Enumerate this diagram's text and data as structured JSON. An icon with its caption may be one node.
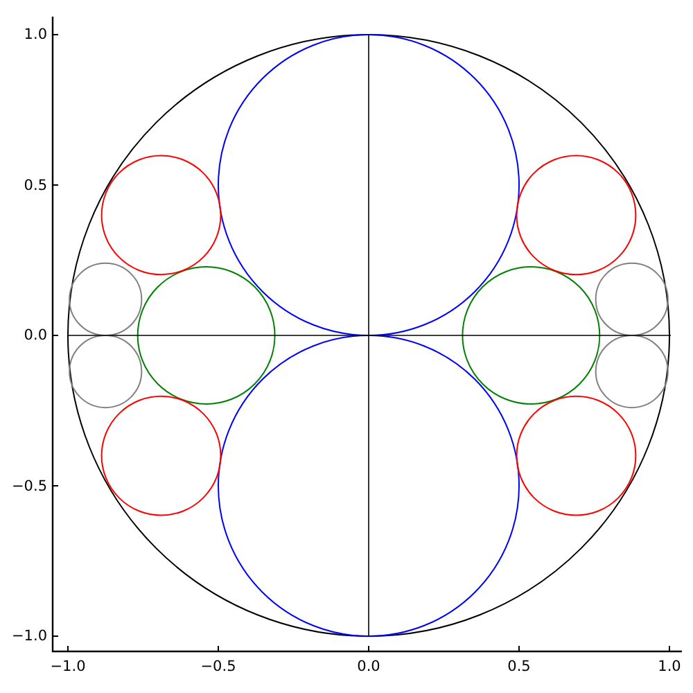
{
  "diagram": {
    "labels": [
      "1.0",
      "0.5",
      "0.0",
      "−0.5",
      "−1.0",
      "−1.0",
      "−0.5",
      "0.0",
      "0.5",
      "1.0"
    ]
  }
}
